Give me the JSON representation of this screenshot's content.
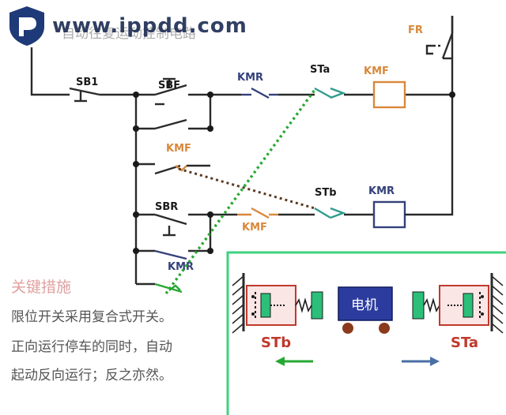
{
  "watermark": {
    "url": "www.ippdd.com",
    "subtitle": "自动往复运动控制电路"
  },
  "labels": {
    "sb1": "SB1",
    "sbf": "SBF",
    "kmr_top": "KMR",
    "sta_top": "STa",
    "kmf_coil": "KMF",
    "fr": "FR",
    "kmf_hold": "KMF",
    "sbr": "SBR",
    "kmf_mid": "KMF",
    "stb_mid": "STb",
    "kmr_coil": "KMR",
    "kmr_hold": "KMR"
  },
  "mechanism": {
    "motor": "电机",
    "left_switch": "STb",
    "right_switch": "STa"
  },
  "notes": {
    "title": "关键措施",
    "line1": "限位开关采用复合式开关。",
    "line2": "正向运行停车的同时，自动",
    "line3": "起动反向运行；反之亦然。"
  },
  "colors": {
    "wire": "#2a2a2a",
    "kmr": "#34417a",
    "kmf": "#d9883c",
    "sta": "#2f9b8e",
    "link": "#27a833",
    "frame": "#3ed37f",
    "motor": "#2c3c9e",
    "switchbox": "#c0392b",
    "label": "#f0a0a0"
  }
}
